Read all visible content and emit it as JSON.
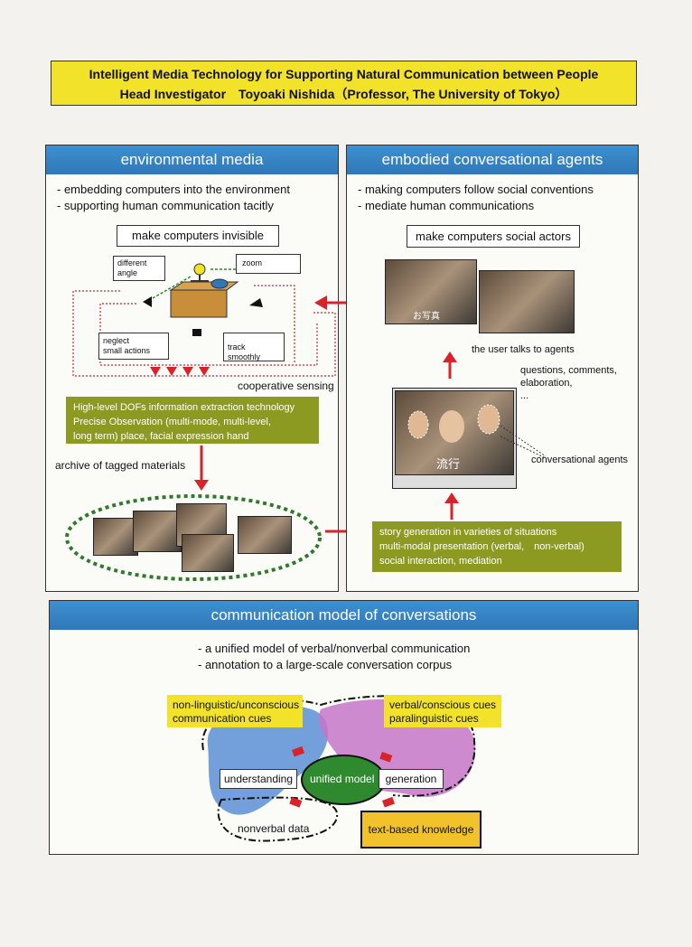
{
  "header": {
    "line1": "Intelligent Media Technology for Supporting Natural Communication between People",
    "line2": "Head Investigator　Toyoaki Nishida（Professor, The University of Tokyo）"
  },
  "env": {
    "title": "environmental media",
    "bullets": [
      "- embedding computers into the environment",
      "- supporting human communication tacitly"
    ],
    "invisible": "make computers invisible",
    "different_angle": "different\nangle",
    "zoom": "zoom",
    "neglect": "neglect\nsmall actions",
    "track": "track smoothly",
    "cooperative": "cooperative sensing",
    "green_box": [
      "High-level DOFs information extraction technology",
      "Precise Observation (multi-mode, multi-level,",
      "long term) place, facial expression hand"
    ],
    "archive": "archive of tagged materials"
  },
  "eca": {
    "title": "embodied conversational agents",
    "bullets": [
      "- making computers follow social conventions",
      "- mediate human communications"
    ],
    "social": "make computers social actors",
    "talks": "the user talks to agents",
    "questions": "questions, comments,\nelaboration,\n...",
    "agents": "conversational agents",
    "story": [
      "story generation in varieties of situations",
      "multi-modal presentation (verbal,　non-verbal)",
      "social interaction, mediation"
    ],
    "caption1": "流行",
    "caption2": "お写真"
  },
  "comm": {
    "title": "communication model of conversations",
    "bullets": [
      "- a unified model of verbal/nonverbal communication",
      "- annotation to a large-scale conversation corpus"
    ],
    "nonling": "non-linguistic/unconscious\ncommunication cues",
    "verbal": "verbal/conscious cues\nparalinguistic cues",
    "understanding": "understanding",
    "unified": "unified model",
    "generation": "generation",
    "nonverbal_data": "nonverbal data",
    "text_knowledge": "text-based knowledge"
  },
  "colors": {
    "panel_blue": "#2f77b8",
    "header_yellow": "#f2e32a",
    "olive": "#8c9a22",
    "arrow_red": "#d8232a"
  }
}
